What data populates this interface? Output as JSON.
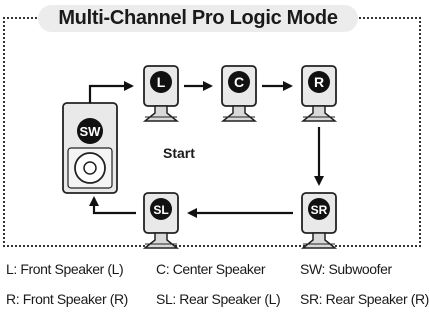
{
  "title": "Multi-Channel Pro Logic Mode",
  "start_label": "Start",
  "speakers": {
    "L": "L",
    "C": "C",
    "R": "R",
    "SR": "SR",
    "SL": "SL",
    "SW": "SW"
  },
  "legend": {
    "row1": [
      "L: Front Speaker (L)",
      "C: Center Speaker",
      "SW: Subwoofer"
    ],
    "row2": [
      "R: Front Speaker (R)",
      "SL: Rear Speaker (L)",
      "SR: Rear Speaker (R)"
    ]
  }
}
